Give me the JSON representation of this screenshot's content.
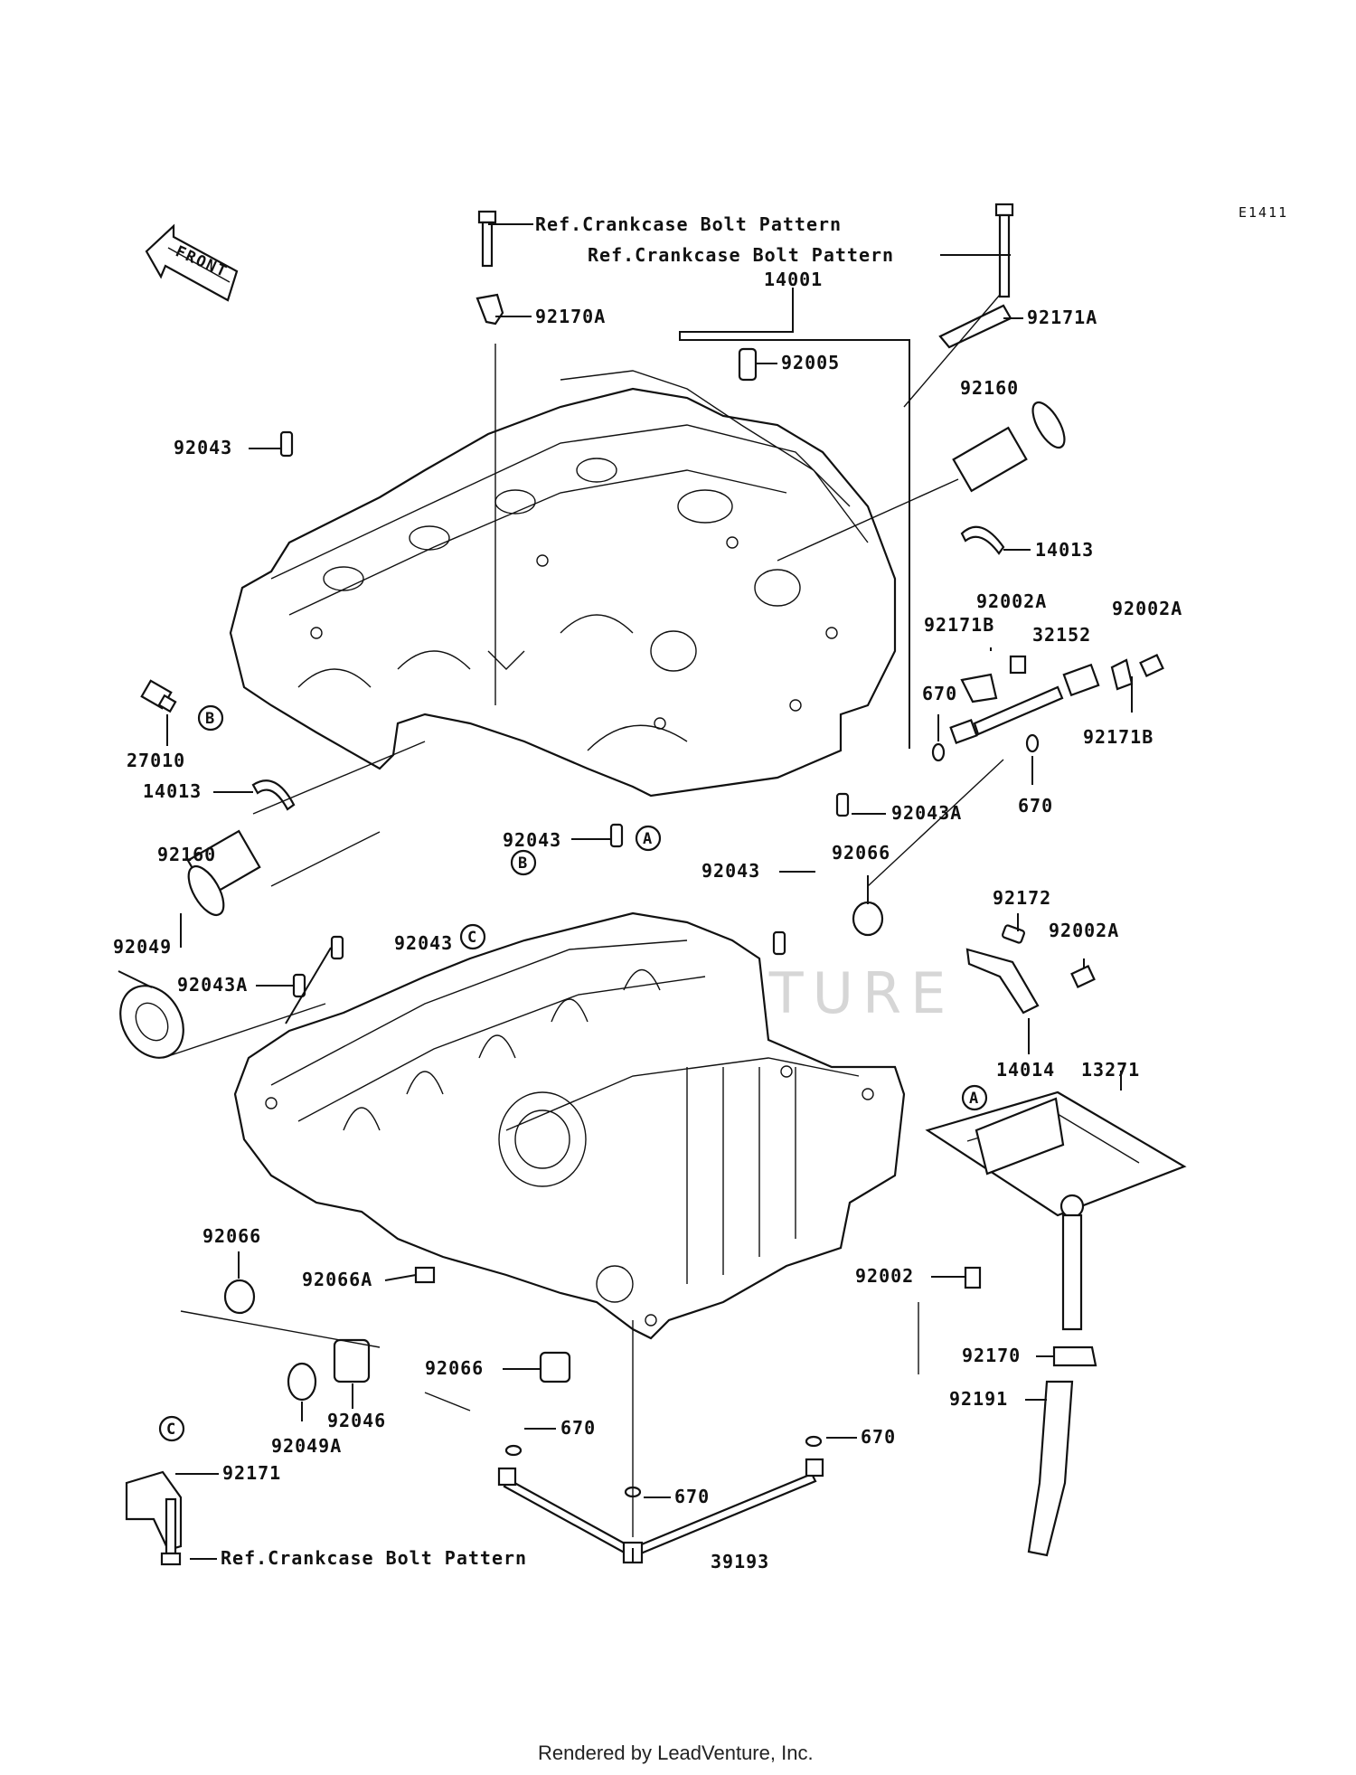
{
  "diagram": {
    "code": "E1411",
    "front_label": "FRONT",
    "watermark": "LEADVENTURE",
    "footer": "Rendered by LeadVenture, Inc.",
    "labels": {
      "ref_bolt_1": "Ref.Crankcase Bolt Pattern",
      "ref_bolt_2": "Ref.Crankcase Bolt Pattern",
      "ref_bolt_3": "Ref.Crankcase Bolt Pattern",
      "p14001": "14001",
      "p92170A": "92170A",
      "p92171A": "92171A",
      "p92005": "92005",
      "p92160_r": "92160",
      "p92043_tl": "92043",
      "p14013_r": "14013",
      "p92002A_1": "92002A",
      "p92002A_2": "92002A",
      "p92171B_1": "92171B",
      "p32152": "32152",
      "p670_a": "670",
      "p92171B_2": "92171B",
      "p670_b": "670",
      "p27010": "27010",
      "p14013_l": "14013",
      "p92043A_r": "92043A",
      "p92043_m": "92043",
      "p92066_r": "92066",
      "p92043_m2": "92043",
      "p92160_l": "92160",
      "p92172": "92172",
      "p92002A_3": "92002A",
      "p92043_l": "92043",
      "p92049": "92049",
      "p92043A_l": "92043A",
      "p14014": "14014",
      "p13271": "13271",
      "p92066_l": "92066",
      "p92066A": "92066A",
      "p92002": "92002",
      "p92066_b": "92066",
      "p92170": "92170",
      "p92191": "92191",
      "p92046": "92046",
      "p92049A": "92049A",
      "p670_c": "670",
      "p670_d": "670",
      "p92171": "92171",
      "p670_e": "670",
      "p39193": "39193"
    },
    "callouts": {
      "b1": "B",
      "a1": "A",
      "b2": "B",
      "c1": "C",
      "a2": "A",
      "c2": "C"
    }
  }
}
